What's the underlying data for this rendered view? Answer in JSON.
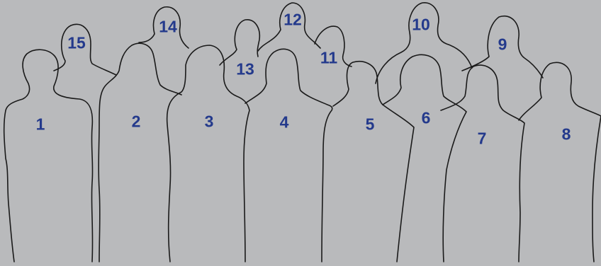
{
  "colors": {
    "background": "#b9babc",
    "outline": "#1a1a1a",
    "number": "#243a8c"
  },
  "people": [
    {
      "id": "person-1",
      "number": "1"
    },
    {
      "id": "person-2",
      "number": "2"
    },
    {
      "id": "person-3",
      "number": "3"
    },
    {
      "id": "person-4",
      "number": "4"
    },
    {
      "id": "person-5",
      "number": "5"
    },
    {
      "id": "person-6",
      "number": "6"
    },
    {
      "id": "person-7",
      "number": "7"
    },
    {
      "id": "person-8",
      "number": "8"
    },
    {
      "id": "person-9",
      "number": "9"
    },
    {
      "id": "person-10",
      "number": "10"
    },
    {
      "id": "person-11",
      "number": "11"
    },
    {
      "id": "person-12",
      "number": "12"
    },
    {
      "id": "person-13",
      "number": "13"
    },
    {
      "id": "person-14",
      "number": "14"
    },
    {
      "id": "person-15",
      "number": "15"
    }
  ]
}
